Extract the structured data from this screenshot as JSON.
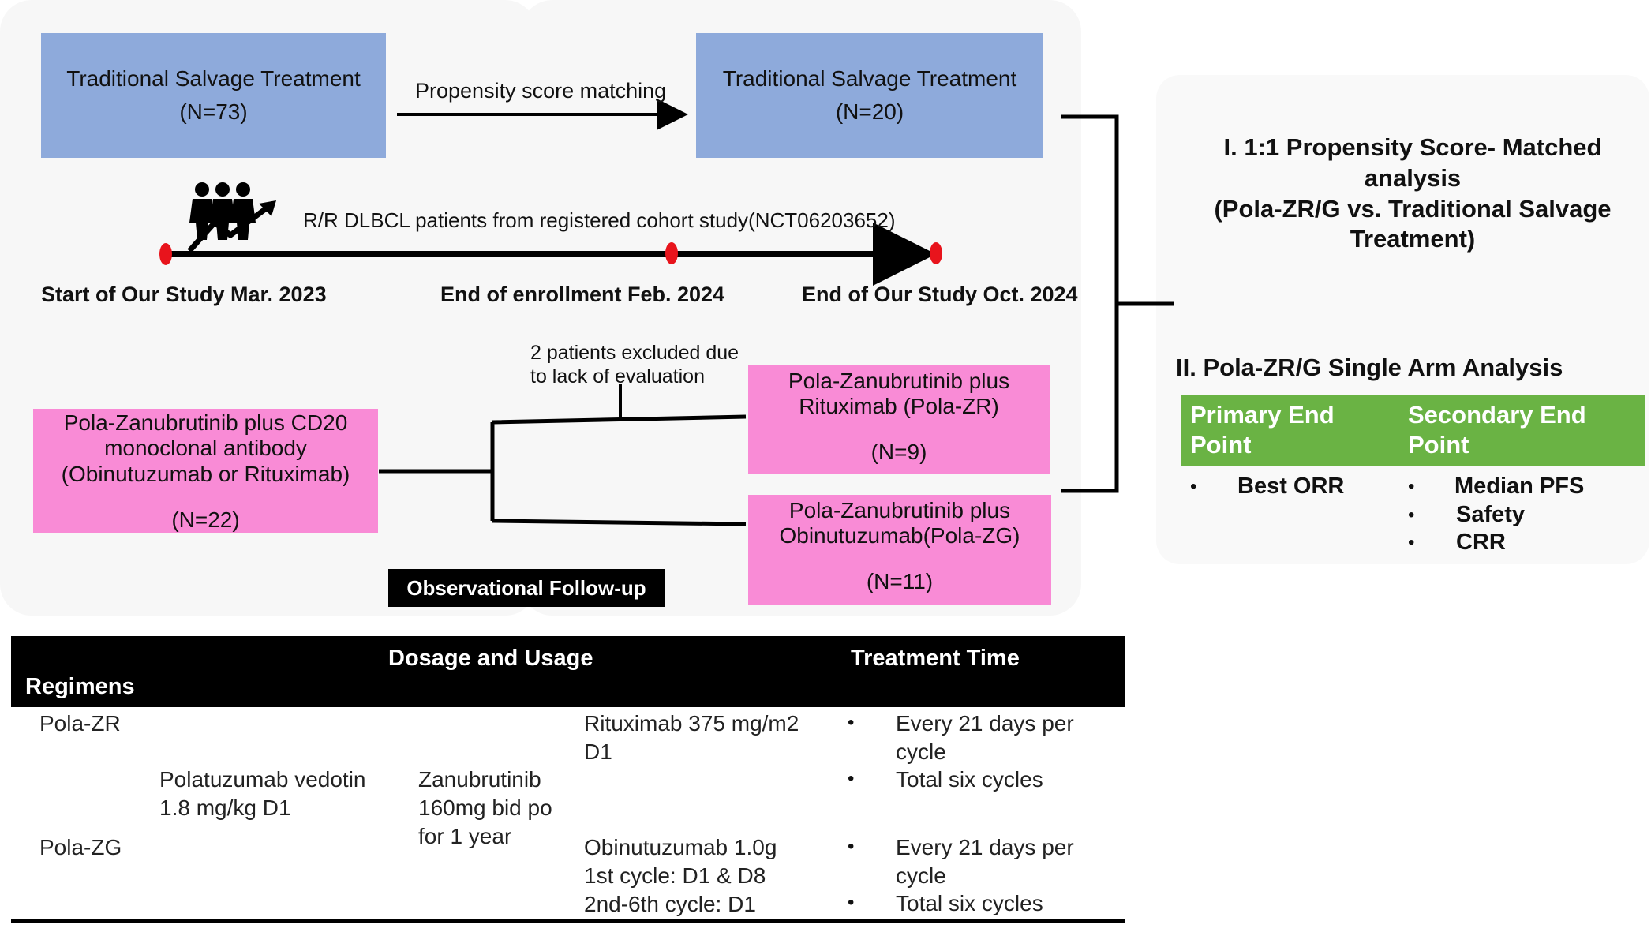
{
  "flow": {
    "trad_a": {
      "title": "Traditional Salvage Treatment",
      "n": "(N=73)"
    },
    "psm_label": "Propensity score matching",
    "trad_b": {
      "title": "Traditional Salvage Treatment",
      "n": "(N=20)"
    },
    "cohort_label": "R/R DLBCL  patients from registered cohort study(NCT06203652)",
    "milestones": [
      "Start of Our Study Mar. 2023",
      "End of enrollment Feb. 2024",
      "End of Our Study Oct. 2024"
    ],
    "excluded_note": [
      "2 patients excluded due",
      "to lack of evaluation"
    ],
    "pola_cd20": {
      "lines": [
        "Pola-Zanubrutinib  plus CD20",
        "monoclonal  antibody",
        "(Obinutuzumab  or Rituximab)"
      ],
      "n": "(N=22)"
    },
    "pola_zr": {
      "lines": [
        "Pola-Zanubrutinib  plus",
        "Rituximab  (Pola-ZR)"
      ],
      "n": "(N=9)"
    },
    "pola_zg": {
      "lines": [
        "Pola-Zanubrutinib  plus",
        "Obinutuzumab(Pola-ZG)"
      ],
      "n": "(N=11)"
    },
    "followup": "Observational Follow-up"
  },
  "right": {
    "psm_title": [
      "I. 1:1 Propensity  Score- Matched",
      "analysis",
      "(Pola-ZR/G  vs.  Traditional  Salvage",
      "Treatment)"
    ],
    "single_arm_title": "II. Pola-ZR/G  Single Arm Analysis",
    "primary_header": [
      "Primary End",
      "Point"
    ],
    "secondary_header": [
      "Secondary End",
      "Point"
    ],
    "primary_items": [
      "Best ORR"
    ],
    "secondary_items": [
      "Median PFS",
      "Safety",
      "CRR"
    ],
    "bullet": "•"
  },
  "table": {
    "header_dosage": "Dosage and Usage",
    "header_time": "Treatment Time",
    "header_regimens": "Regimens",
    "reg_zr": "Pola-ZR",
    "reg_zg": "Pola-ZG",
    "polatuzumab": [
      "Polatuzumab vedotin",
      "1.8 mg/kg D1"
    ],
    "zanubrutinib": [
      "Zanubrutinib",
      "160mg bid po",
      "for 1 year"
    ],
    "rituximab": [
      "Rituximab 375 mg/m2",
      "D1"
    ],
    "obinutuzumab": [
      "Obinutuzumab 1.0g",
      "1st cycle: D1 & D8",
      "2nd-6th cycle: D1"
    ],
    "time_zr": [
      "Every 21 days per",
      "cycle"
    ],
    "time_zr_total": "Total six cycles",
    "time_zg": [
      "Every 21 days per",
      "cycle"
    ],
    "time_zg_total": "Total six cycles",
    "bullet": "•"
  },
  "colors": {
    "blue_box": "#8eaadb",
    "pink_box": "#f98bd6",
    "green_header": "#6ab344",
    "marker_red": "#e8141c",
    "black": "#000000"
  },
  "icons": [
    "people-group-icon",
    "upward-trend-arrow-icon"
  ]
}
